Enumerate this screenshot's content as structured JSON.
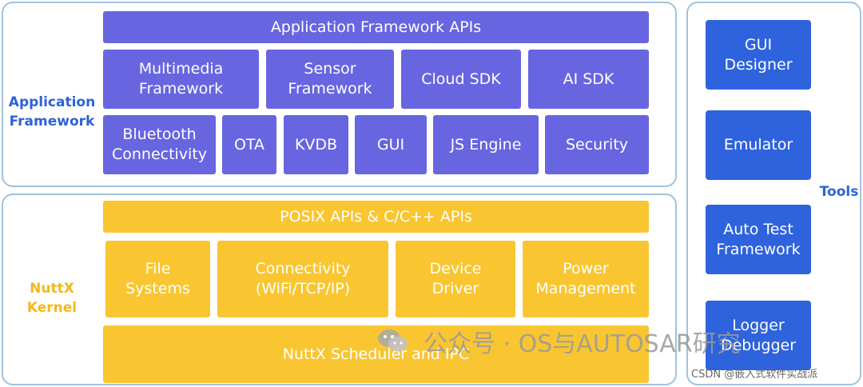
{
  "app_framework": {
    "label": "Application\nFramework",
    "top": "Application Framework APIs",
    "row1": [
      "Multimedia\nFramework",
      "Sensor\nFramework",
      "Cloud SDK",
      "AI SDK"
    ],
    "row2": [
      "Bluetooth\nConnectivity",
      "OTA",
      "KVDB",
      "GUI",
      "JS Engine",
      "Security"
    ]
  },
  "kernel": {
    "label": "NuttX\nKernel",
    "top": "POSIX APIs & C/C++ APIs",
    "row": [
      "File\nSystems",
      "Connectivity\n(WiFi/TCP/IP)",
      "Device\nDriver",
      "Power\nManagement"
    ],
    "bottom": "NuttX Scheduler and IPC"
  },
  "tools": {
    "label": "Tools",
    "items": [
      "GUI\nDesigner",
      "Emulator",
      "Auto Test\nFramework",
      "Logger\nDebugger"
    ]
  },
  "watermark": {
    "text": "公众号 · OS与AUTOSAR研究",
    "credit": "CSDN @嵌入式软件实战派"
  },
  "colors": {
    "app_box": "#6765e0",
    "kernel_box": "#f9c631",
    "tool_box": "#2e63dd",
    "panel_border": "#9fc3dc"
  }
}
